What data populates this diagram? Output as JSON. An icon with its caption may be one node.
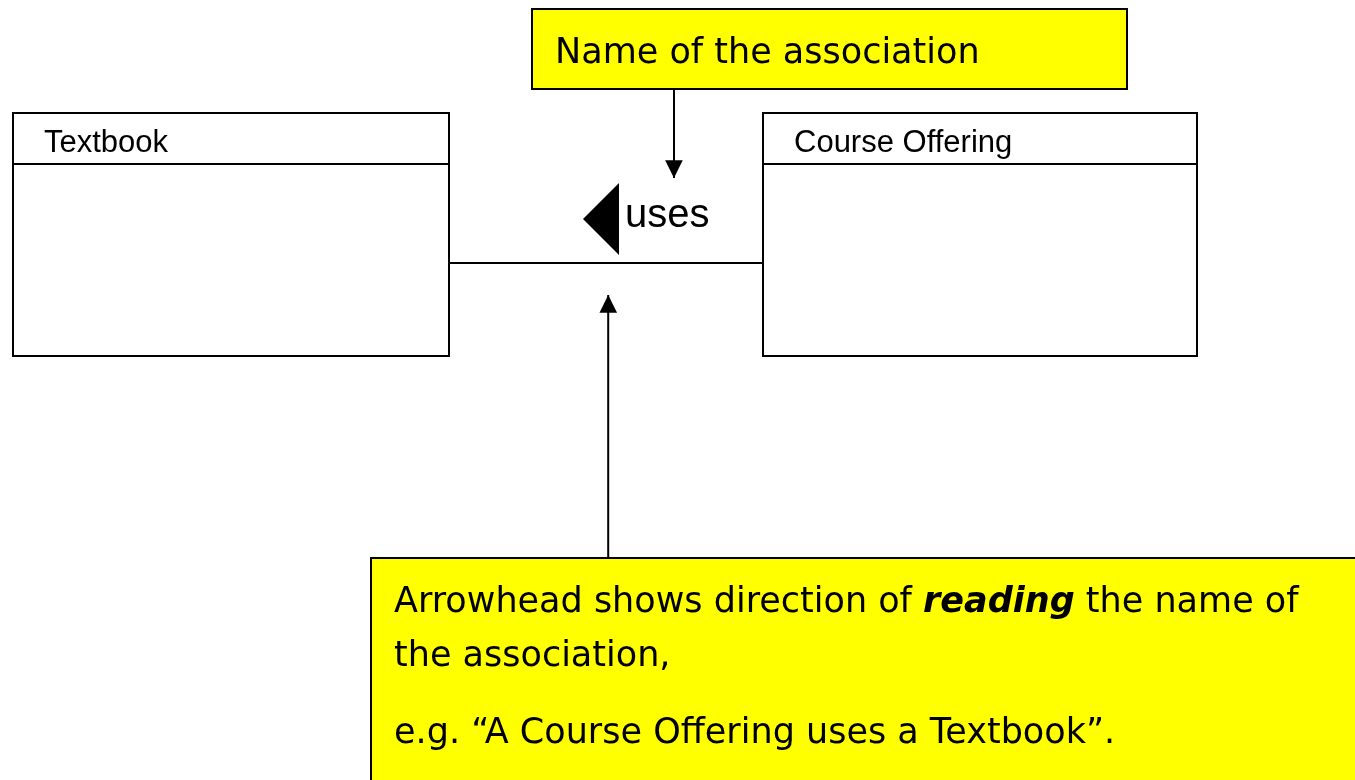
{
  "diagram": {
    "nodes": [
      {
        "text": [
          "Name of the association"
        ]
      },
      {
        "text": [
          "Textbook"
        ]
      },
      {
        "text": [
          "Course Offering"
        ]
      },
      {
        "text": [],
        "shape": "triangle"
      },
      {
        "text": [
          "Arrowhead shows direction of **reading** the name of the association,",
          "e.g. “A Course Offering uses a Textbook”."
        ]
      }
    ],
    "edges": [
      {
        "from": 1,
        "to": 2,
        "arrow": "none",
        "label": "uses"
      },
      {
        "from": 0,
        "to": null,
        "arrow": "to"
      },
      {
        "from": 4,
        "to": 3,
        "arrow": "to"
      }
    ]
  }
}
